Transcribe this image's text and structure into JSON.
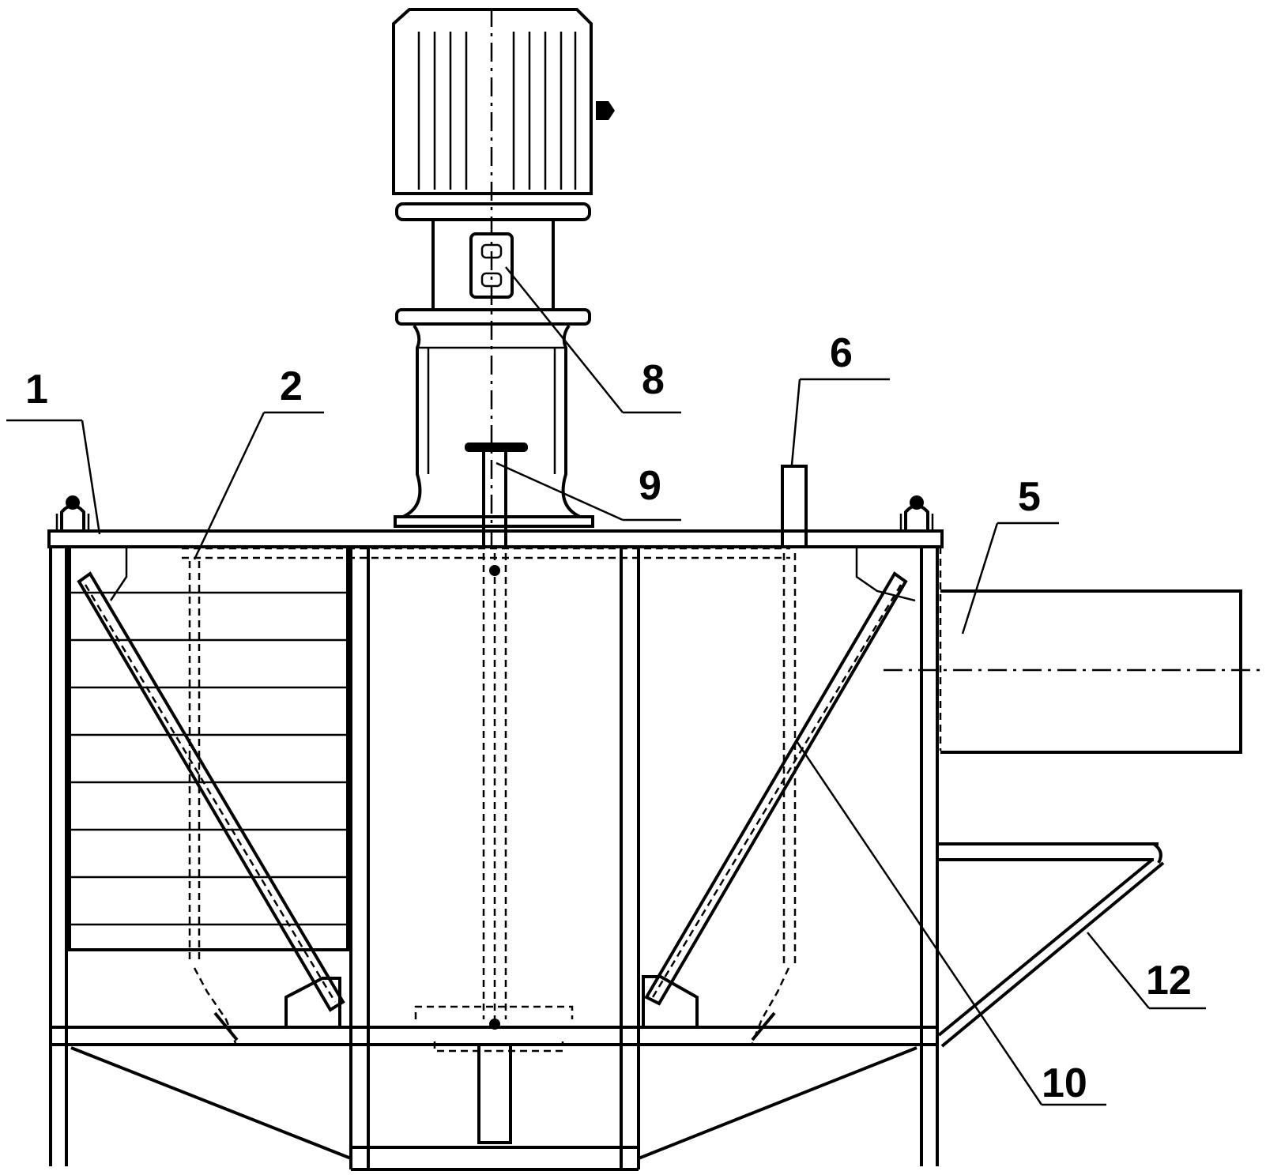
{
  "callouts": [
    {
      "id": "1",
      "text": "1"
    },
    {
      "id": "2",
      "text": "2"
    },
    {
      "id": "5",
      "text": "5"
    },
    {
      "id": "6",
      "text": "6"
    },
    {
      "id": "8",
      "text": "8"
    },
    {
      "id": "9",
      "text": "9"
    },
    {
      "id": "10",
      "text": "10"
    },
    {
      "id": "12",
      "text": "12"
    }
  ]
}
